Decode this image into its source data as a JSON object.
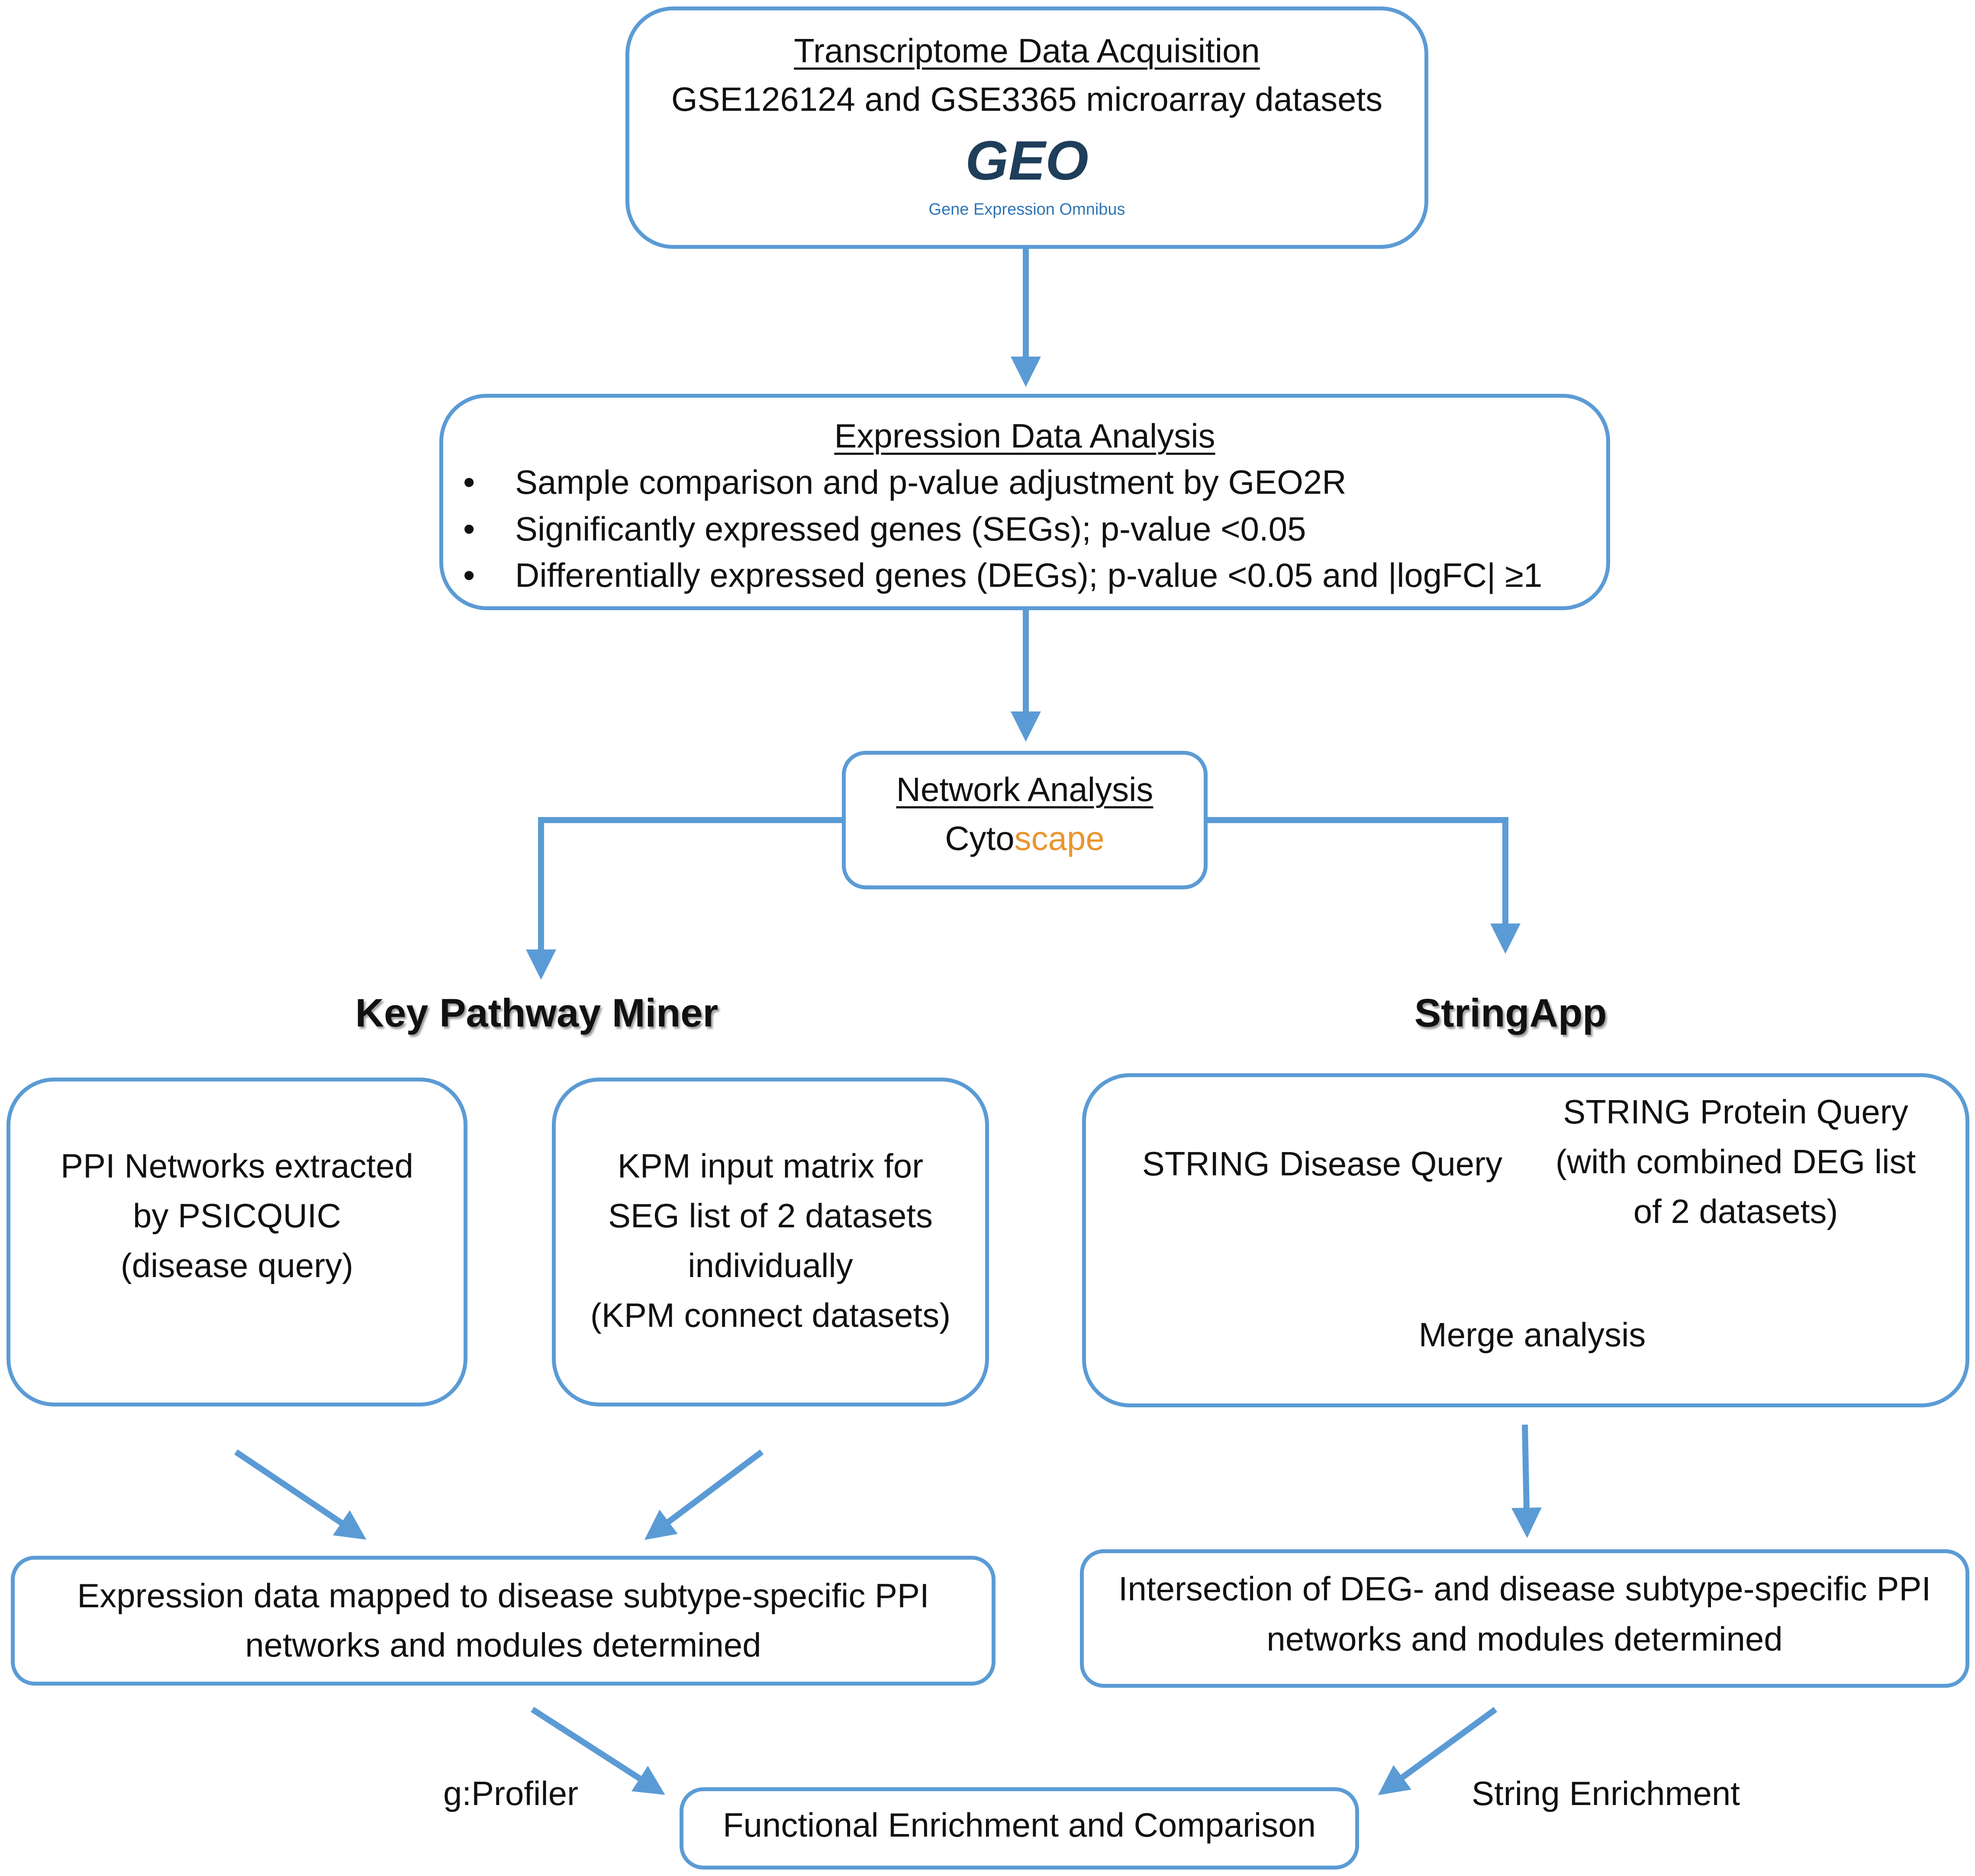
{
  "acquisition": {
    "title": "Transcriptome Data Acquisition",
    "subtitle": "GSE126124 and GSE3365 microarray datasets",
    "logo": "GEO",
    "logo_sub": "Gene Expression Omnibus"
  },
  "expression": {
    "title": "Expression Data Analysis",
    "bullets": [
      "Sample comparison and p-value adjustment by GEO2R",
      "Significantly expressed genes (SEGs); p-value <0.05",
      "Differentially expressed genes (DEGs); p-value <0.05 and |logFC| ≥1"
    ]
  },
  "network": {
    "title": "Network Analysis",
    "tool_part1": "Cyto",
    "tool_part2": "scape"
  },
  "kpm": {
    "heading": "Key Pathway Miner",
    "box1": [
      "PPI Networks extracted",
      "by PSICQUIC",
      "(disease query)"
    ],
    "box2": [
      "KPM input matrix for",
      "SEG list of 2 datasets",
      "individually",
      "(KPM connect datasets)"
    ],
    "result": [
      "Expression data mapped to disease subtype-specific PPI",
      "networks and modules determined"
    ]
  },
  "stringapp": {
    "heading": "StringApp",
    "disease_query": "STRING Disease Query",
    "protein_query": [
      "STRING Protein Query",
      "(with combined DEG list",
      "of 2 datasets)"
    ],
    "merge": "Merge analysis",
    "result": [
      "Intersection of DEG- and disease subtype-specific PPI",
      "networks and modules determined"
    ]
  },
  "final": {
    "title": "Functional Enrichment and Comparison",
    "left_label": "g:Profiler",
    "right_label": "String Enrichment"
  },
  "colors": {
    "accent": "#5b9bd5",
    "orange": "#e8962e",
    "geo_text": "#1f3e5a"
  }
}
